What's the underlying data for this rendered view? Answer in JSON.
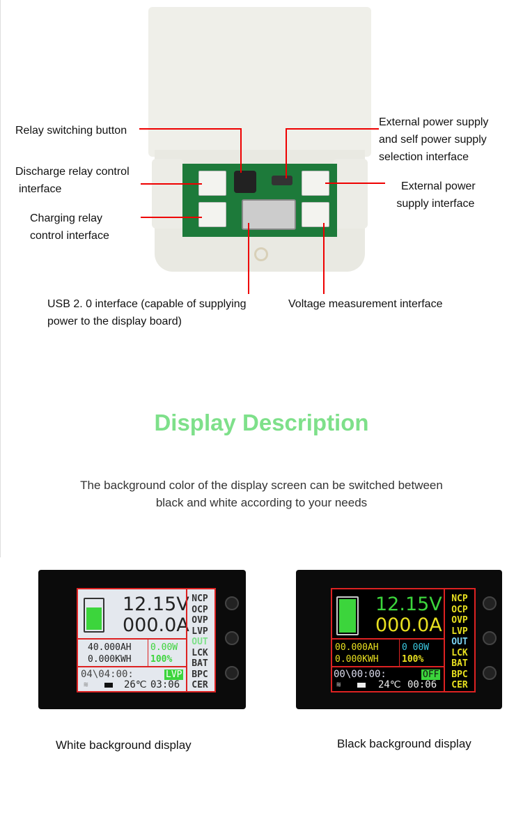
{
  "annotations": {
    "relay_button": "Relay switching button",
    "discharge_relay": [
      "Discharge relay control",
      "interface"
    ],
    "charging_relay": [
      "Charging relay",
      "control interface"
    ],
    "ext_power_select": [
      "External power supply",
      "and self power supply",
      "selection interface"
    ],
    "ext_power": [
      "External power",
      "supply interface"
    ],
    "usb": [
      "USB 2. 0 interface (capable of supplying",
      "power to the display board)"
    ],
    "voltage": "Voltage measurement interface"
  },
  "section": {
    "title": "Display Description",
    "description": [
      "The background color of the display screen can be switched between",
      "black and white according to your needs"
    ]
  },
  "displays": [
    {
      "caption": "White background display",
      "voltage": "12.15V",
      "current": "000.0A",
      "ah": "40.000AH",
      "kwh": "0.000KWH",
      "power": "0.00W",
      "percent": "100%",
      "time": "04\\04:00:",
      "status": "LVP",
      "temp": "26℃",
      "clock": "03:06",
      "menu": [
        "NCP",
        "OCP",
        "OVP",
        "LVP",
        "OUT",
        "LCK",
        "BAT",
        "BPC",
        "CER"
      ],
      "selected": "OUT",
      "battery_level": 0.7
    },
    {
      "caption": "Black background display",
      "voltage": "12.15V",
      "current": "000.0A",
      "ah": "00.000AH",
      "kwh": "0.000KWH",
      "power": "0 00W",
      "percent": "100%",
      "time": "00\\00:00:",
      "status": "OFF",
      "temp": "24℃",
      "clock": "00:06",
      "menu": [
        "NCP",
        "OCP",
        "OVP",
        "LVP",
        "OUT",
        "LCK",
        "BAT",
        "BPC",
        "CER"
      ],
      "selected": "OUT",
      "battery_level": 1.0
    }
  ],
  "colors": {
    "accent_green": "#7ee08a",
    "line_red": "#e00000"
  }
}
